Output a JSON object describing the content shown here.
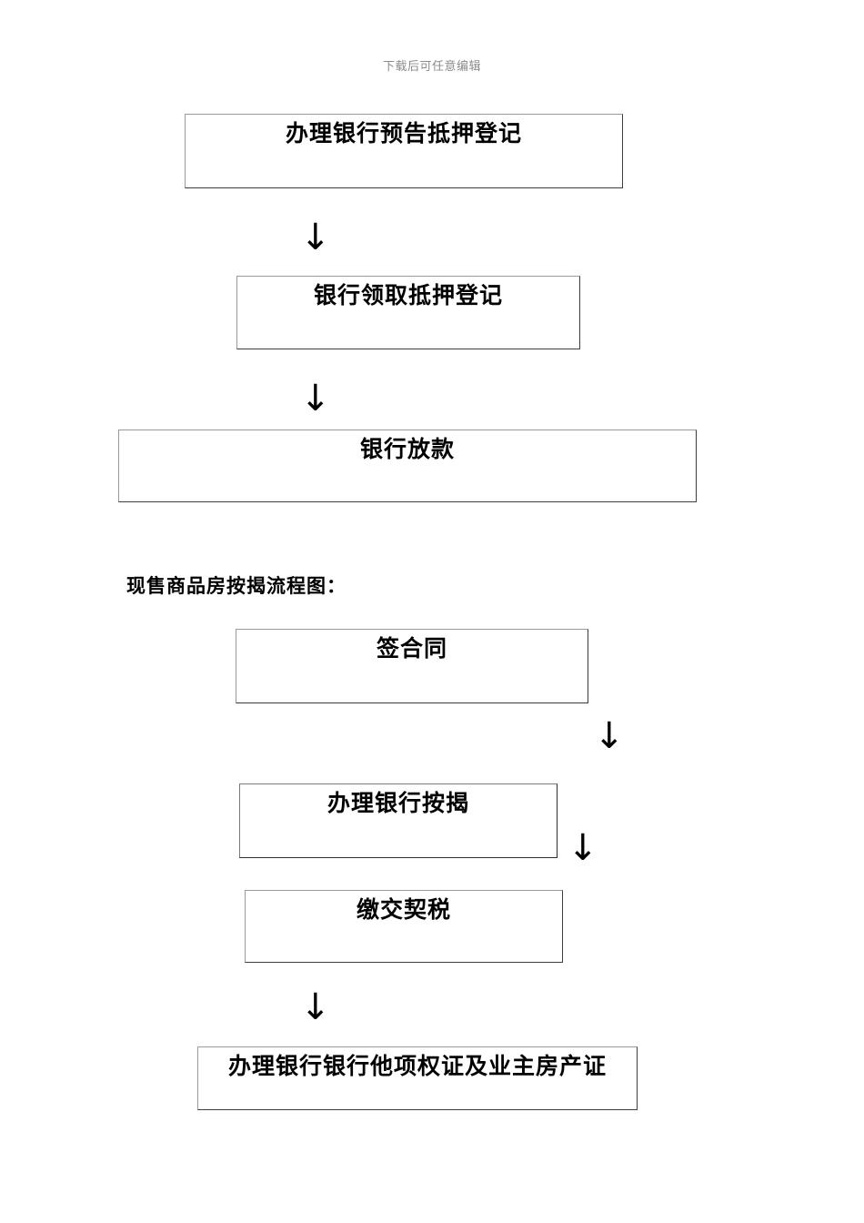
{
  "header": {
    "watermark_text": "下载后可任意编辑"
  },
  "section_one": {
    "boxes": [
      {
        "label": "办理银行预告抵押登记"
      },
      {
        "label": "银行领取抵押登记"
      },
      {
        "label": "银行放款"
      }
    ],
    "arrows": [
      {
        "glyph": "↓"
      },
      {
        "glyph": "↓"
      }
    ]
  },
  "section_two": {
    "heading": "现售商品房按揭流程图：",
    "boxes": [
      {
        "label": "签合同"
      },
      {
        "label": "办理银行按揭"
      },
      {
        "label": "缴交契税"
      },
      {
        "label": "办理银行银行他项权证及业主房产证"
      }
    ],
    "arrows": [
      {
        "glyph": "↓"
      },
      {
        "glyph": "↓"
      },
      {
        "glyph": "↓"
      }
    ]
  }
}
